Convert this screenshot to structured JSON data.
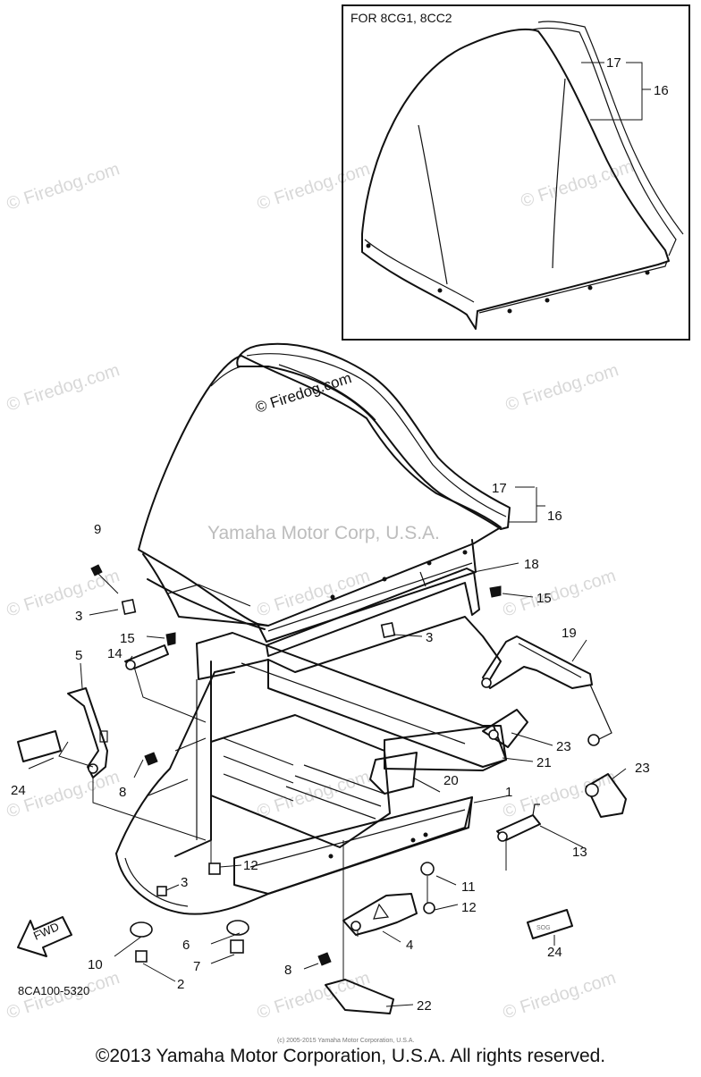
{
  "diagram": {
    "inset_title": "FOR 8CG1, 8CC2",
    "diagram_code": "8CA100-5320",
    "maker_watermark": "Yamaha Motor Corp, U.S.A.",
    "site_watermark": "© Firedog.com",
    "small_print": "(c) 2005-2015 Yamaha Motor Corporation, U.S.A.",
    "fwd_arrow": "FWD",
    "part_callouts": [
      "1",
      "2",
      "3",
      "4",
      "5",
      "6",
      "7",
      "8",
      "9",
      "10",
      "11",
      "12",
      "13",
      "14",
      "15",
      "16",
      "17",
      "18",
      "19",
      "20",
      "21",
      "22",
      "23",
      "24"
    ]
  },
  "footer": {
    "copyright": "©2013 Yamaha Motor Corporation, U.S.A. All rights reserved."
  }
}
